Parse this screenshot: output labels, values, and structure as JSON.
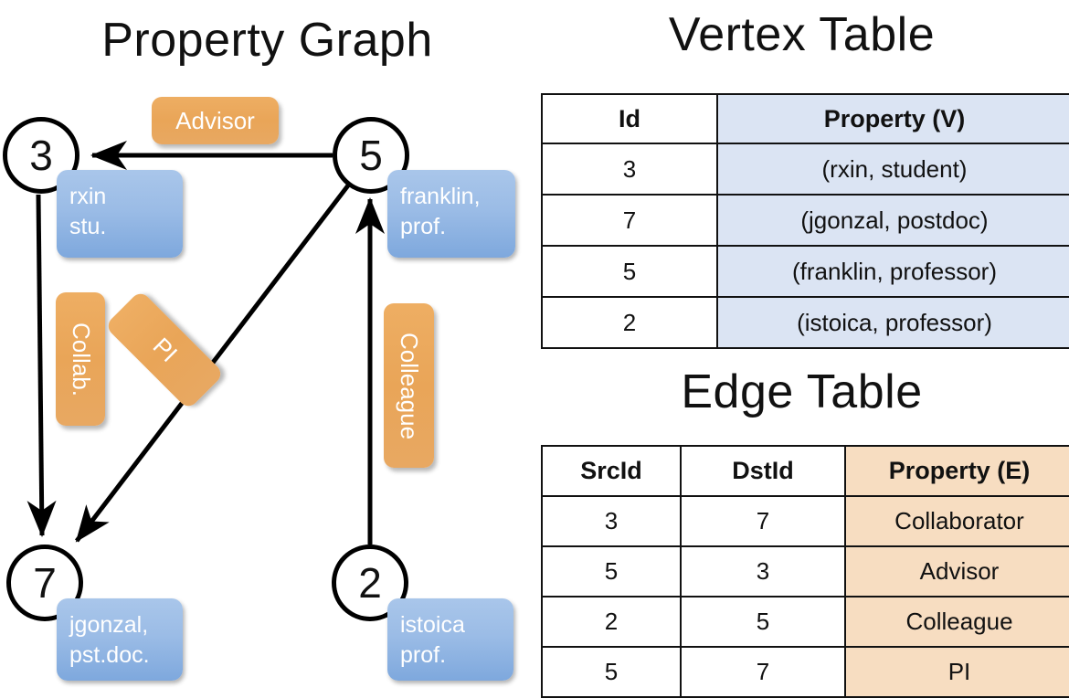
{
  "titles": {
    "property_graph": "Property Graph",
    "vertex_table": "Vertex Table",
    "edge_table": "Edge Table"
  },
  "graph": {
    "nodes": [
      {
        "id": "3",
        "property": "rxin\nstu."
      },
      {
        "id": "5",
        "property": "franklin,\nprof."
      },
      {
        "id": "7",
        "property": "jgonzal,\npst.doc."
      },
      {
        "id": "2",
        "property": "istoica\nprof."
      }
    ],
    "node_labels": {
      "n3": "3",
      "n5": "5",
      "n7": "7",
      "n2": "2"
    },
    "property_labels": {
      "rxin_line1": "rxin",
      "rxin_line2": "stu.",
      "franklin_line1": "franklin,",
      "franklin_line2": "prof.",
      "jgonzal_line1": "jgonzal,",
      "jgonzal_line2": "pst.doc.",
      "istoica_line1": "istoica",
      "istoica_line2": "prof."
    },
    "edge_labels": {
      "advisor": "Advisor",
      "collab": "Collab.",
      "pi": "PI",
      "colleague": "Colleague"
    },
    "edges": [
      {
        "src": "5",
        "dst": "3",
        "label": "Advisor"
      },
      {
        "src": "3",
        "dst": "7",
        "label": "Collab."
      },
      {
        "src": "5",
        "dst": "7",
        "label": "PI"
      },
      {
        "src": "2",
        "dst": "5",
        "label": "Colleague"
      }
    ]
  },
  "vertex_table": {
    "headers": [
      "Id",
      "Property (V)"
    ],
    "rows": [
      [
        "3",
        "(rxin, student)"
      ],
      [
        "7",
        "(jgonzal, postdoc)"
      ],
      [
        "5",
        "(franklin, professor)"
      ],
      [
        "2",
        "(istoica, professor)"
      ]
    ]
  },
  "edge_table": {
    "headers": [
      "SrcId",
      "DstId",
      "Property (E)"
    ],
    "rows": [
      [
        "3",
        "7",
        "Collaborator"
      ],
      [
        "5",
        "3",
        "Advisor"
      ],
      [
        "2",
        "5",
        "Colleague"
      ],
      [
        "5",
        "7",
        "PI"
      ]
    ]
  },
  "colors": {
    "vertex_property_fill": "#dbe4f3",
    "edge_property_fill": "#f7ddc1",
    "node_property_box": "#9bbce6",
    "edge_label_box": "#e9a558",
    "stroke": "#111111",
    "background": "#ffffff"
  }
}
